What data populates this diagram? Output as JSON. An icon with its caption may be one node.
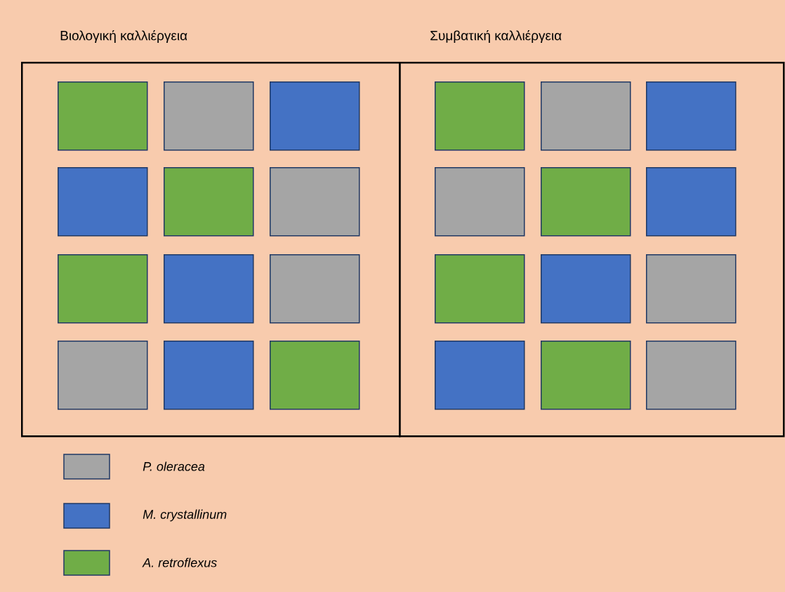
{
  "diagram": {
    "nodes": [
      {
        "text": [
          "Βιολογική καλλιέργεια"
        ]
      },
      {
        "text": [],
        "shape": "box",
        "in": 0
      },
      {
        "text": [],
        "shape": "box",
        "in": 0
      },
      {
        "text": [],
        "shape": "box",
        "in": 0
      },
      {
        "text": [],
        "shape": "box",
        "in": 0
      },
      {
        "text": [],
        "shape": "box",
        "in": 0
      },
      {
        "text": [],
        "shape": "box",
        "in": 0
      },
      {
        "text": [],
        "shape": "box",
        "in": 0
      },
      {
        "text": [],
        "shape": "box",
        "in": 0
      },
      {
        "text": [],
        "shape": "box",
        "in": 0
      },
      {
        "text": [],
        "shape": "box",
        "in": 0
      },
      {
        "text": [],
        "shape": "box",
        "in": 0
      },
      {
        "text": [],
        "shape": "box",
        "in": 0
      },
      {
        "text": [
          "Συμβατική καλλιέργεια"
        ]
      },
      {
        "text": [],
        "shape": "box",
        "in": 13
      },
      {
        "text": [],
        "shape": "box",
        "in": 13
      },
      {
        "text": [],
        "shape": "box",
        "in": 13
      },
      {
        "text": [],
        "shape": "box",
        "in": 13
      },
      {
        "text": [],
        "shape": "box",
        "in": 13
      },
      {
        "text": [],
        "shape": "box",
        "in": 13
      },
      {
        "text": [],
        "shape": "box",
        "in": 13
      },
      {
        "text": [],
        "shape": "box",
        "in": 13
      },
      {
        "text": [],
        "shape": "box",
        "in": 13
      },
      {
        "text": [],
        "shape": "box",
        "in": 13
      },
      {
        "text": [],
        "shape": "box",
        "in": 13
      },
      {
        "text": [],
        "shape": "box",
        "in": 13
      }
    ],
    "legend": [
      {
        "text": "P. oleracea",
        "color": "#a5a5a5"
      },
      {
        "text": "M. crystallinum",
        "color": "#4472c4"
      },
      {
        "text": "A. retroflexus",
        "color": "#70ad47"
      }
    ]
  }
}
